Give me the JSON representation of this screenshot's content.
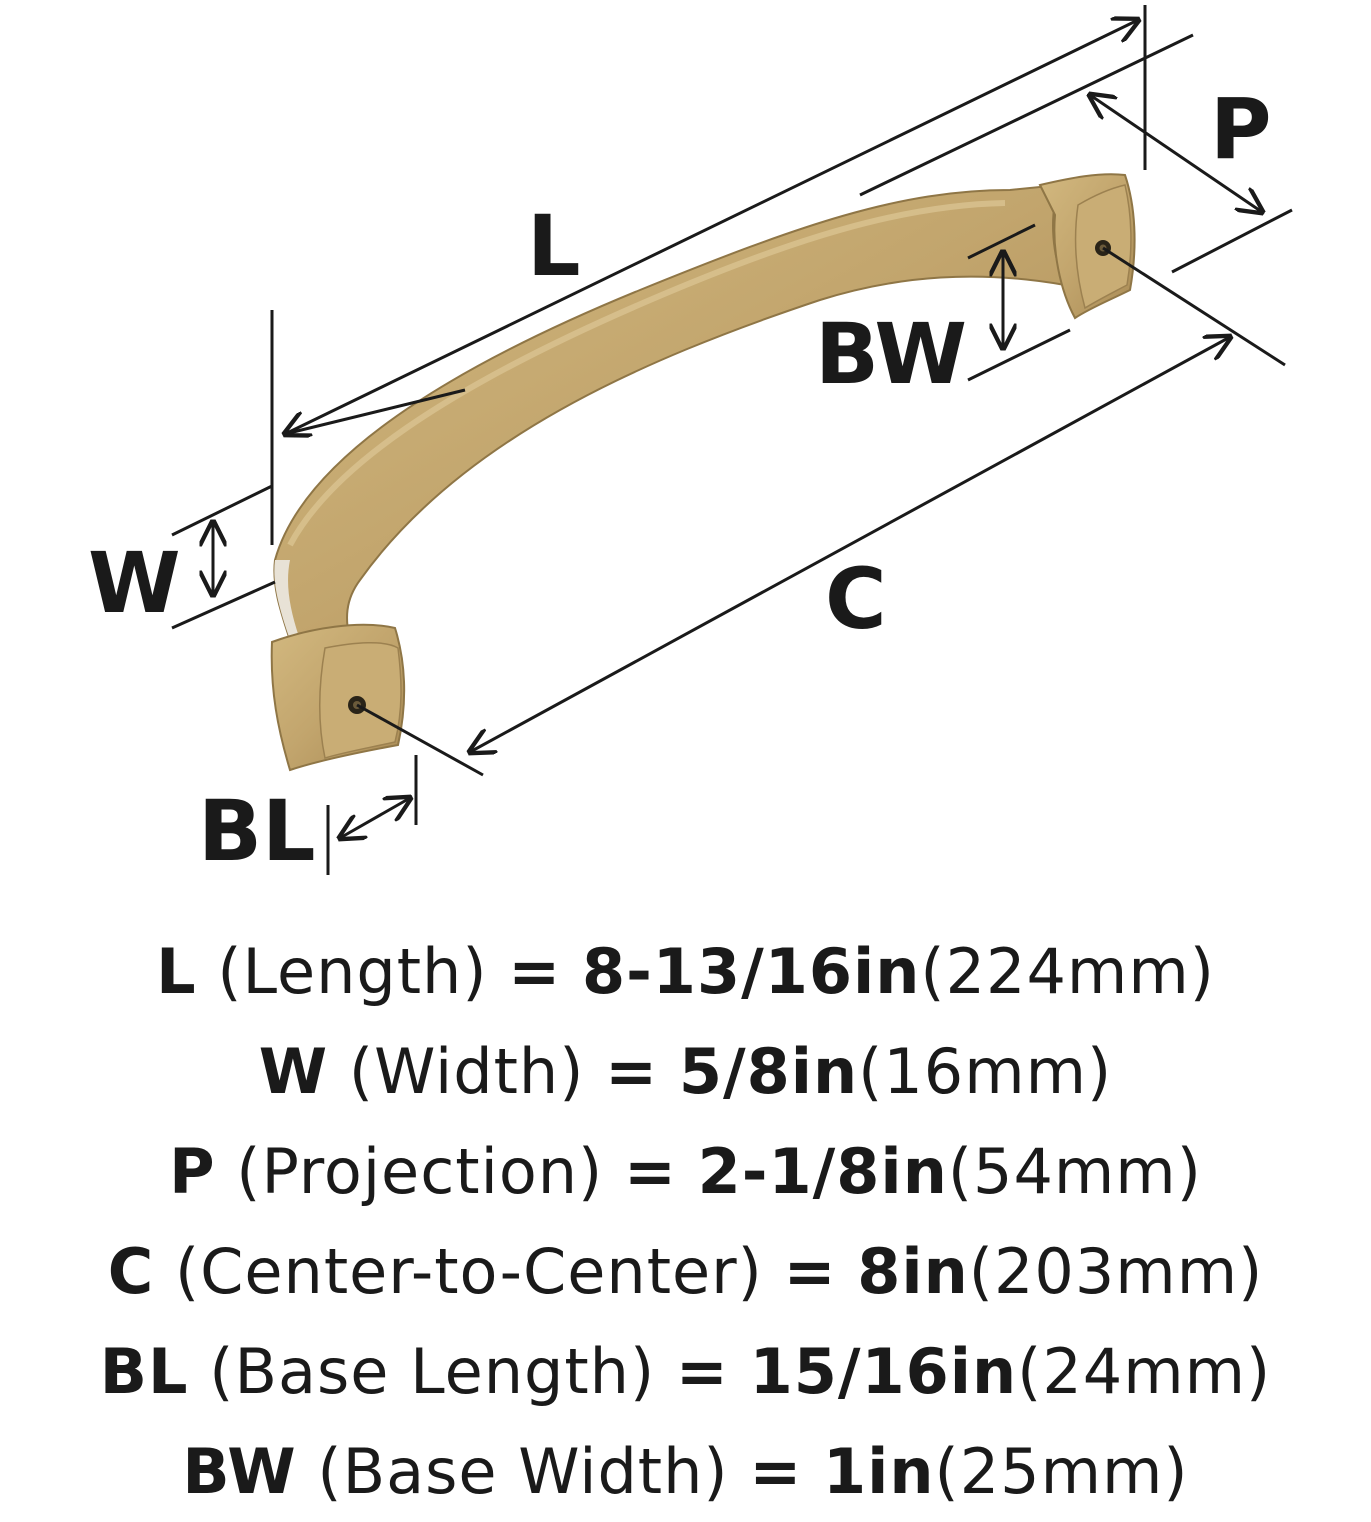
{
  "diagram": {
    "labels": {
      "L": "L",
      "P": "P",
      "BW": "BW",
      "W": "W",
      "C": "C",
      "BL": "BL"
    },
    "colors": {
      "finish": "#c2a56d",
      "finish_shade": "#9c8150",
      "line": "#1a1a1a"
    }
  },
  "specs": [
    {
      "code": "L",
      "name": "(Length)",
      "eq": "=",
      "imperial": "8-13/16in",
      "metric": "(224mm)"
    },
    {
      "code": "W",
      "name": "(Width)",
      "eq": "=",
      "imperial": "5/8in",
      "metric": "(16mm)"
    },
    {
      "code": "P",
      "name": "(Projection)",
      "eq": "=",
      "imperial": "2-1/8in",
      "metric": "(54mm)"
    },
    {
      "code": "C",
      "name": "(Center-to-Center)",
      "eq": "=",
      "imperial": "8in",
      "metric": "(203mm)"
    },
    {
      "code": "BL",
      "name": "(Base Length)",
      "eq": "=",
      "imperial": "15/16in",
      "metric": "(24mm)"
    },
    {
      "code": "BW",
      "name": "(Base Width)",
      "eq": "=",
      "imperial": "1in",
      "metric": "(25mm)"
    }
  ]
}
